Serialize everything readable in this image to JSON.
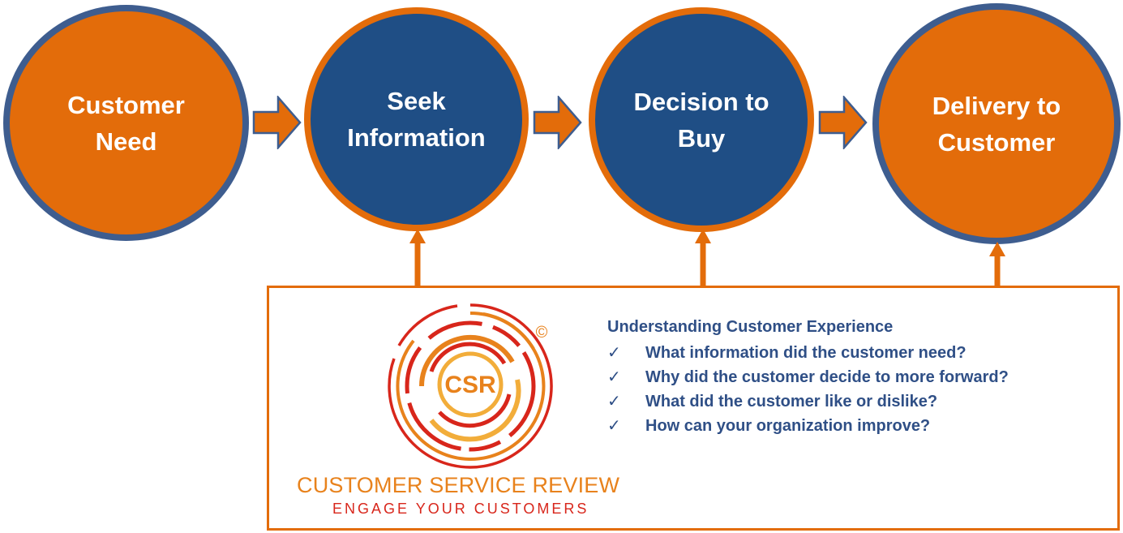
{
  "stages": [
    {
      "line1": "Customer",
      "line2": "Need"
    },
    {
      "line1": "Seek",
      "line2": "Information"
    },
    {
      "line1": "Decision to",
      "line2": "Buy"
    },
    {
      "line1": "Delivery to",
      "line2": "Customer"
    }
  ],
  "feedback": {
    "heading": "Understanding Customer Experience",
    "check_glyph": "✓",
    "questions": [
      "What information did the customer need?",
      "Why did the customer decide to more forward?",
      "What did the customer like or dislike?",
      "How can your organization improve?"
    ]
  },
  "brand": {
    "logo_text": "CSR",
    "copyright_symbol": "©",
    "name": "CUSTOMER SERVICE REVIEW",
    "tagline": "ENGAGE YOUR CUSTOMERS"
  },
  "colors": {
    "orange": "#e36c0a",
    "navy": "#1f4e85",
    "steel_blue": "#3e5d8f",
    "text_blue": "#2f4f86",
    "logo_red": "#d8261b",
    "logo_orange": "#e8821c",
    "logo_yellow": "#f2ad3a"
  }
}
